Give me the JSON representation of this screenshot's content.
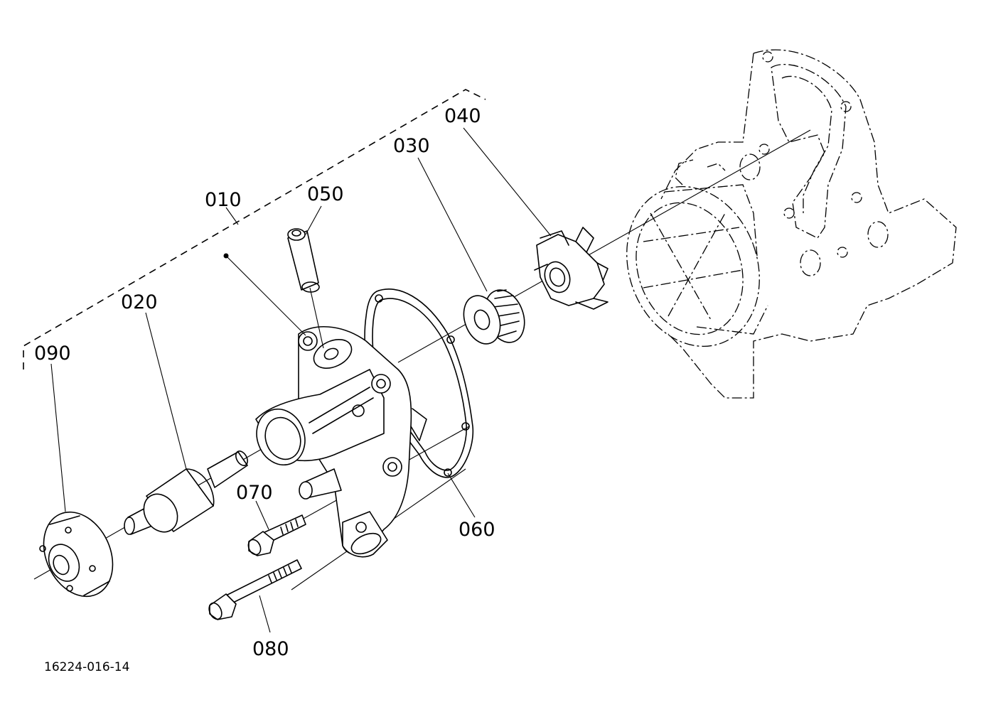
{
  "labels": {
    "p010": "010",
    "p020": "020",
    "p030": "030",
    "p040": "040",
    "p050": "050",
    "p060": "060",
    "p070": "070",
    "p080": "080",
    "p090": "090"
  },
  "drawing_number": "16224-016-14"
}
